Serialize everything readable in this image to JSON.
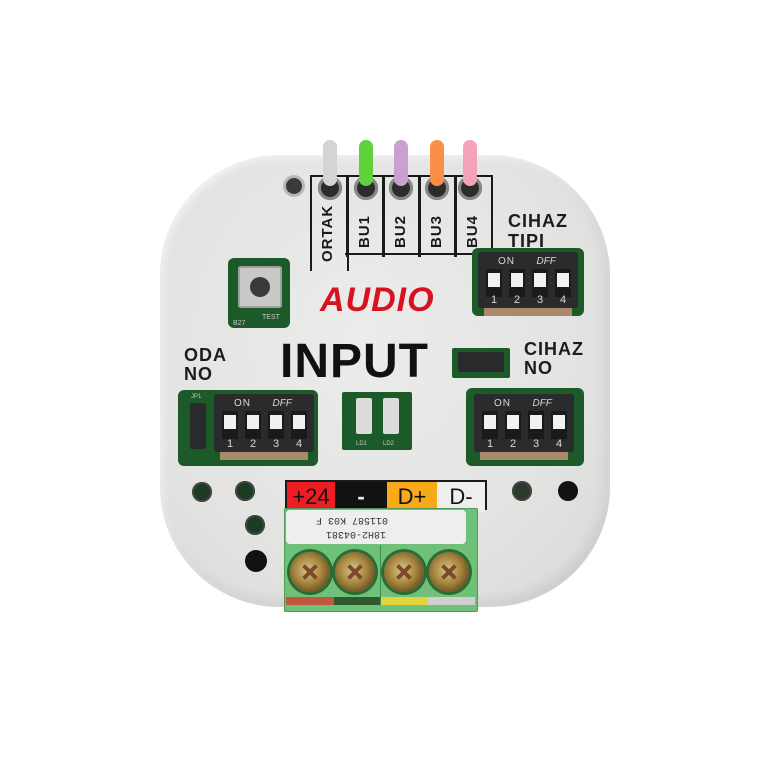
{
  "product": {
    "brand": "AUDIO",
    "brand_color": "#d6131f",
    "model_label": "INPUT"
  },
  "wire_terminals": {
    "items": [
      {
        "label": "ORTAK",
        "wire_color": "#d4d4d2"
      },
      {
        "label": "BU1",
        "wire_color": "#5fd13a"
      },
      {
        "label": "BU2",
        "wire_color": "#c9a0cf"
      },
      {
        "label": "BU3",
        "wire_color": "#fb8f45"
      },
      {
        "label": "BU4",
        "wire_color": "#f5a3b8"
      }
    ]
  },
  "test_button": {
    "label": "TEST",
    "ref": "B27"
  },
  "dip_switches": {
    "cihaz_tipi": {
      "title_line1": "CIHAZ",
      "title_line2": "TIPI",
      "on_label": "ON",
      "off_label": "DFF",
      "positions": [
        "1",
        "2",
        "3",
        "4"
      ]
    },
    "oda_no": {
      "title_line1": "ODA",
      "title_line2": "NO",
      "on_label": "ON",
      "off_label": "DFF",
      "positions": [
        "1",
        "2",
        "3",
        "4"
      ],
      "jumper_label": "JP1"
    },
    "cihaz_no": {
      "title_line1": "CIHAZ",
      "title_line2": "NO",
      "on_label": "ON",
      "off_label": "DFF",
      "positions": [
        "1",
        "2",
        "3",
        "4"
      ]
    }
  },
  "leds": {
    "labels": [
      "LD1",
      "LD2"
    ]
  },
  "power_terminals": {
    "items": [
      {
        "label": "+24",
        "bg": "#ee1c25",
        "strip": "#c0563d"
      },
      {
        "label": "-",
        "bg": "#111111",
        "strip": "#2f5a30"
      },
      {
        "label": "D+",
        "bg": "#f7a917",
        "strip": "#e2d43a"
      },
      {
        "label": "D-",
        "bg": "#eeeeee",
        "strip": "#cfcfcb"
      }
    ],
    "sticker_line1": "011587 K03 F",
    "sticker_line2": "18H2-04381"
  }
}
